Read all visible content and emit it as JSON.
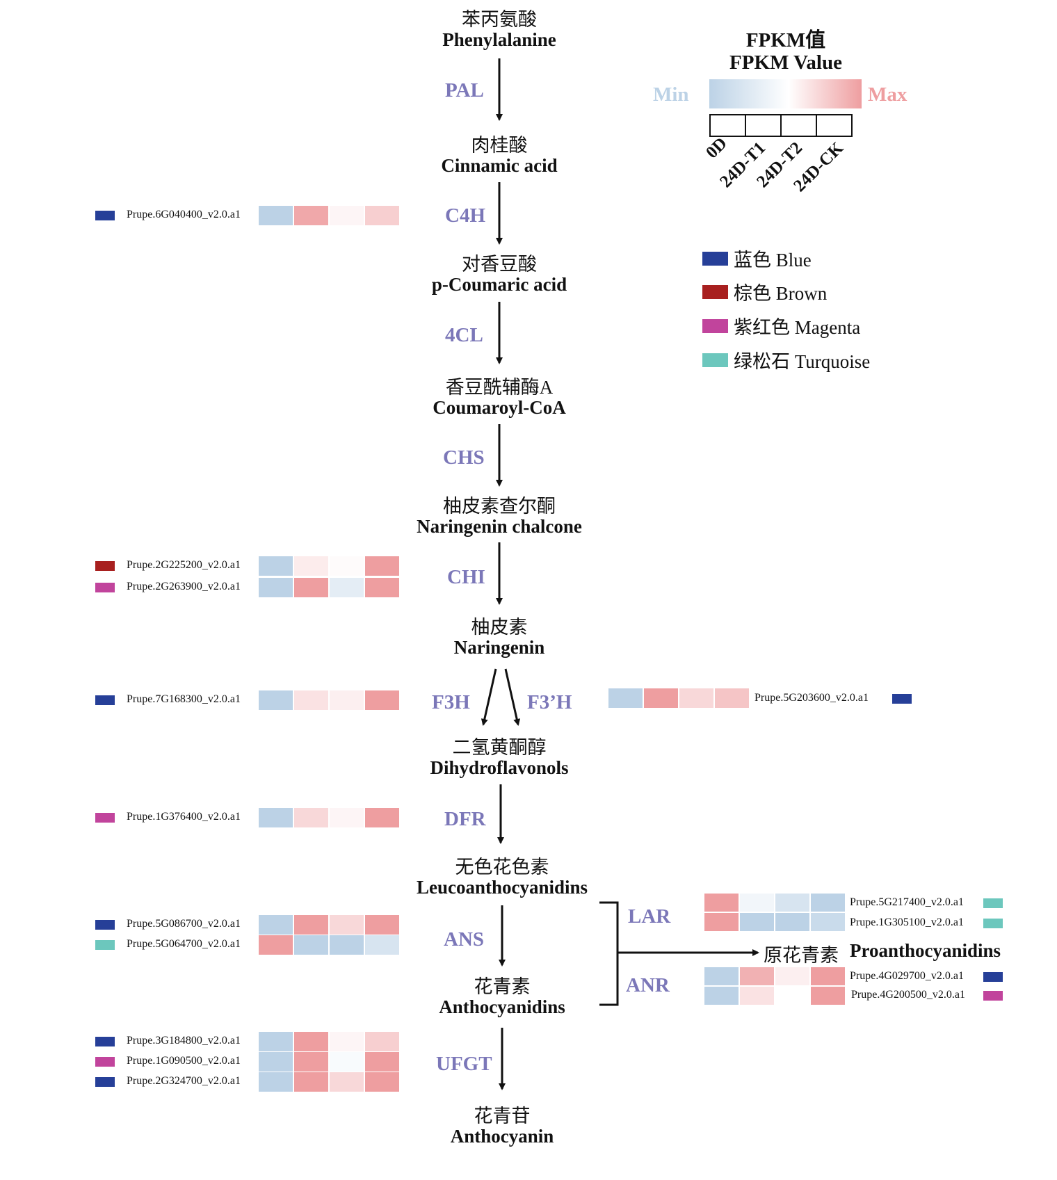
{
  "colors": {
    "blue": "#263f98",
    "brown": "#a8201f",
    "magenta": "#c1449c",
    "turquoise": "#6cc7bd",
    "enzyme": "#7b77b8",
    "min": "#bcd2e6",
    "max": "#ee9ea0"
  },
  "compounds": [
    {
      "cn": "苯丙氨酸",
      "en": "Phenylalanine"
    },
    {
      "cn": "肉桂酸",
      "en": "Cinnamic acid"
    },
    {
      "cn": "对香豆酸",
      "en": "p-Coumaric acid"
    },
    {
      "cn": "香豆酰辅酶A",
      "en": "Coumaroyl-CoA"
    },
    {
      "cn": "柚皮素查尔酮",
      "en": "Naringenin chalcone"
    },
    {
      "cn": "柚皮素",
      "en": "Naringenin"
    },
    {
      "cn": "二氢黄酮醇",
      "en": "Dihydroflavonols"
    },
    {
      "cn": "无色花色素",
      "en": "Leucoanthocyanidins"
    },
    {
      "cn": "花青素",
      "en": "Anthocyanidins"
    },
    {
      "cn": "花青苷",
      "en": "Anthocyanin"
    },
    {
      "cn": "原花青素",
      "en": "Proanthocyanidins"
    }
  ],
  "enzymes": {
    "pal": "PAL",
    "c4h": "C4H",
    "cl4": "4CL",
    "chs": "CHS",
    "chi": "CHI",
    "f3h": "F3H",
    "f3ph": "F3’H",
    "dfr": "DFR",
    "ans": "ANS",
    "ufgt": "UFGT",
    "lar": "LAR",
    "anr": "ANR"
  },
  "genes": [
    {
      "id": "Prupe.6G040400_v2.0.a1",
      "module": "blue",
      "fpkm": [
        0,
        0.95,
        0.55,
        0.75
      ]
    },
    {
      "id": "Prupe.2G225200_v2.0.a1",
      "module": "brown",
      "fpkm": [
        0,
        0.6,
        0.52,
        1
      ]
    },
    {
      "id": "Prupe.2G263900_v2.0.a1",
      "module": "magenta",
      "fpkm": [
        0,
        1,
        0.3,
        1
      ]
    },
    {
      "id": "Prupe.7G168300_v2.0.a1",
      "module": "blue",
      "fpkm": [
        0,
        0.65,
        0.58,
        1
      ]
    },
    {
      "id": "Prupe.5G203600_v2.0.a1",
      "module": "blue",
      "fpkm": [
        0,
        1,
        0.7,
        0.8
      ]
    },
    {
      "id": "Prupe.1G376400_v2.0.a1",
      "module": "magenta",
      "fpkm": [
        0,
        0.7,
        0.55,
        1
      ]
    },
    {
      "id": "Prupe.5G086700_v2.0.a1",
      "module": "blue",
      "fpkm": [
        0,
        1,
        0.7,
        1
      ]
    },
    {
      "id": "Prupe.5G064700_v2.0.a1",
      "module": "turquoise",
      "fpkm": [
        1,
        0,
        0,
        0.2
      ]
    },
    {
      "id": "Prupe.5G217400_v2.0.a1",
      "module": "turquoise",
      "fpkm": [
        1,
        0.4,
        0.2,
        0
      ]
    },
    {
      "id": "Prupe.1G305100_v2.0.a1",
      "module": "turquoise",
      "fpkm": [
        1,
        0,
        0,
        0.1
      ]
    },
    {
      "id": "Prupe.4G029700_v2.0.a1",
      "module": "blue",
      "fpkm": [
        0,
        0.9,
        0.58,
        1
      ]
    },
    {
      "id": "Prupe.4G200500_v2.0.a1",
      "module": "magenta",
      "fpkm": [
        0,
        0.65,
        0.5,
        1
      ]
    },
    {
      "id": "Prupe.3G184800_v2.0.a1",
      "module": "blue",
      "fpkm": [
        0,
        1,
        0.55,
        0.75
      ]
    },
    {
      "id": "Prupe.1G090500_v2.0.a1",
      "module": "magenta",
      "fpkm": [
        0,
        1,
        0.45,
        1
      ]
    },
    {
      "id": "Prupe.2G324700_v2.0.a1",
      "module": "blue",
      "fpkm": [
        0,
        1,
        0.7,
        1
      ]
    }
  ],
  "legend": {
    "title_cn": "FPKM值",
    "title_en": "FPKM Value",
    "min": "Min",
    "max": "Max",
    "samples": [
      "0D",
      "24D-T1",
      "24D-T2",
      "24D-CK"
    ],
    "modules": [
      {
        "label": "蓝色 Blue",
        "color": "#263f98"
      },
      {
        "label": "棕色 Brown",
        "color": "#a8201f"
      },
      {
        "label": "紫红色 Magenta",
        "color": "#c1449c"
      },
      {
        "label": "绿松石 Turquoise",
        "color": "#6cc7bd"
      }
    ]
  }
}
